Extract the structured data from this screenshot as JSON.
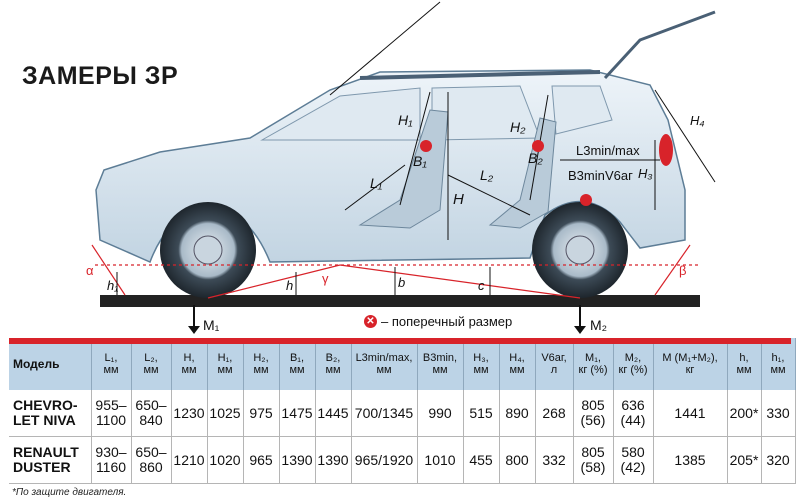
{
  "title": "ЗАМЕРЫ ЗР",
  "legend": {
    "text": "– поперечный размер"
  },
  "diagram_labels": {
    "H1": "H₁",
    "H2": "H₂",
    "H": "H",
    "H3": "H₃",
    "H4": "H₄",
    "L1": "L₁",
    "L2": "L₂",
    "L3": "L3min/max",
    "B1": "B₁",
    "B2": "B₂",
    "B3": "B3min",
    "V": "V6аг",
    "h1": "h₁",
    "h": "h",
    "b": "b",
    "c": "c",
    "alpha": "α",
    "beta": "β",
    "gamma": "γ",
    "M1": "M₁",
    "M2": "M₂"
  },
  "table": {
    "columns": [
      {
        "name": "Модель",
        "unit": ""
      },
      {
        "name": "L₁,",
        "unit": "мм"
      },
      {
        "name": "L₂,",
        "unit": "мм"
      },
      {
        "name": "H,",
        "unit": "мм"
      },
      {
        "name": "H₁,",
        "unit": "мм"
      },
      {
        "name": "H₂,",
        "unit": "мм"
      },
      {
        "name": "B₁,",
        "unit": "мм"
      },
      {
        "name": "B₂,",
        "unit": "мм"
      },
      {
        "name": "L3min/max,",
        "unit": "мм"
      },
      {
        "name": "B3min,",
        "unit": "мм"
      },
      {
        "name": "H₃,",
        "unit": "мм"
      },
      {
        "name": "H₄,",
        "unit": "мм"
      },
      {
        "name": "V6аг,",
        "unit": "л"
      },
      {
        "name": "M₁,",
        "unit": "кг (%)"
      },
      {
        "name": "M₂,",
        "unit": "кг (%)"
      },
      {
        "name": "M (M₁+M₂),",
        "unit": "кг"
      },
      {
        "name": "h,",
        "unit": "мм"
      },
      {
        "name": "h₁,",
        "unit": "мм"
      }
    ],
    "rows": [
      {
        "model": [
          "CHEVRO-",
          "LET NIVA"
        ],
        "cells": [
          [
            "955–",
            "1100"
          ],
          [
            "650–",
            "840"
          ],
          [
            "1230"
          ],
          [
            "1025"
          ],
          [
            "975"
          ],
          [
            "1475"
          ],
          [
            "1445"
          ],
          [
            "700/1345"
          ],
          [
            "990"
          ],
          [
            "515"
          ],
          [
            "890"
          ],
          [
            "268"
          ],
          [
            "805",
            "(56)"
          ],
          [
            "636",
            "(44)"
          ],
          [
            "1441"
          ],
          [
            "200*"
          ],
          [
            "330"
          ]
        ]
      },
      {
        "model": [
          "RENAULT",
          "DUSTER"
        ],
        "cells": [
          [
            "930–",
            "1160"
          ],
          [
            "650–",
            "860"
          ],
          [
            "1210"
          ],
          [
            "1020"
          ],
          [
            "965"
          ],
          [
            "1390"
          ],
          [
            "1390"
          ],
          [
            "965/1920"
          ],
          [
            "1010"
          ],
          [
            "455"
          ],
          [
            "800"
          ],
          [
            "332"
          ],
          [
            "805",
            "(58)"
          ],
          [
            "580",
            "(42)"
          ],
          [
            "1385"
          ],
          [
            "205*"
          ],
          [
            "320"
          ]
        ]
      }
    ]
  },
  "footnote": "*По защите двигателя.",
  "colors": {
    "accent": "#d8232a",
    "header": "#bcd3e6",
    "car": "#d9e6f0",
    "car_outline": "#5d7d96"
  }
}
